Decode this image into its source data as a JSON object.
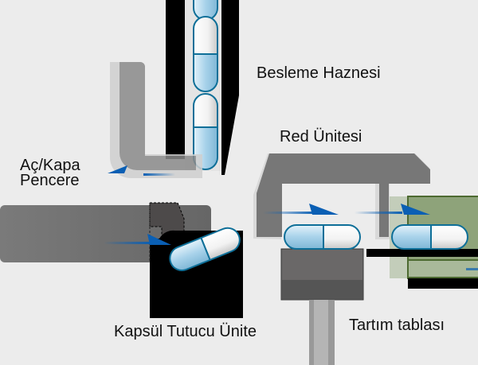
{
  "labels": {
    "hopper": "Besleme Haznesi",
    "reject": "Red Ünitesi",
    "window_line1": "Aç/Kapa",
    "window_line2": "Pencere",
    "holder": "Kapsül Tutucu Ünite",
    "scale": "Tartım tablası"
  },
  "colors": {
    "background": "#ececec",
    "capsule_blue": "#a9d3ea",
    "capsule_outline": "#0e6f98",
    "arrow_blue": "#0a5fb4",
    "machine_gray": "#707070",
    "scale_green": "#8ea37a"
  }
}
